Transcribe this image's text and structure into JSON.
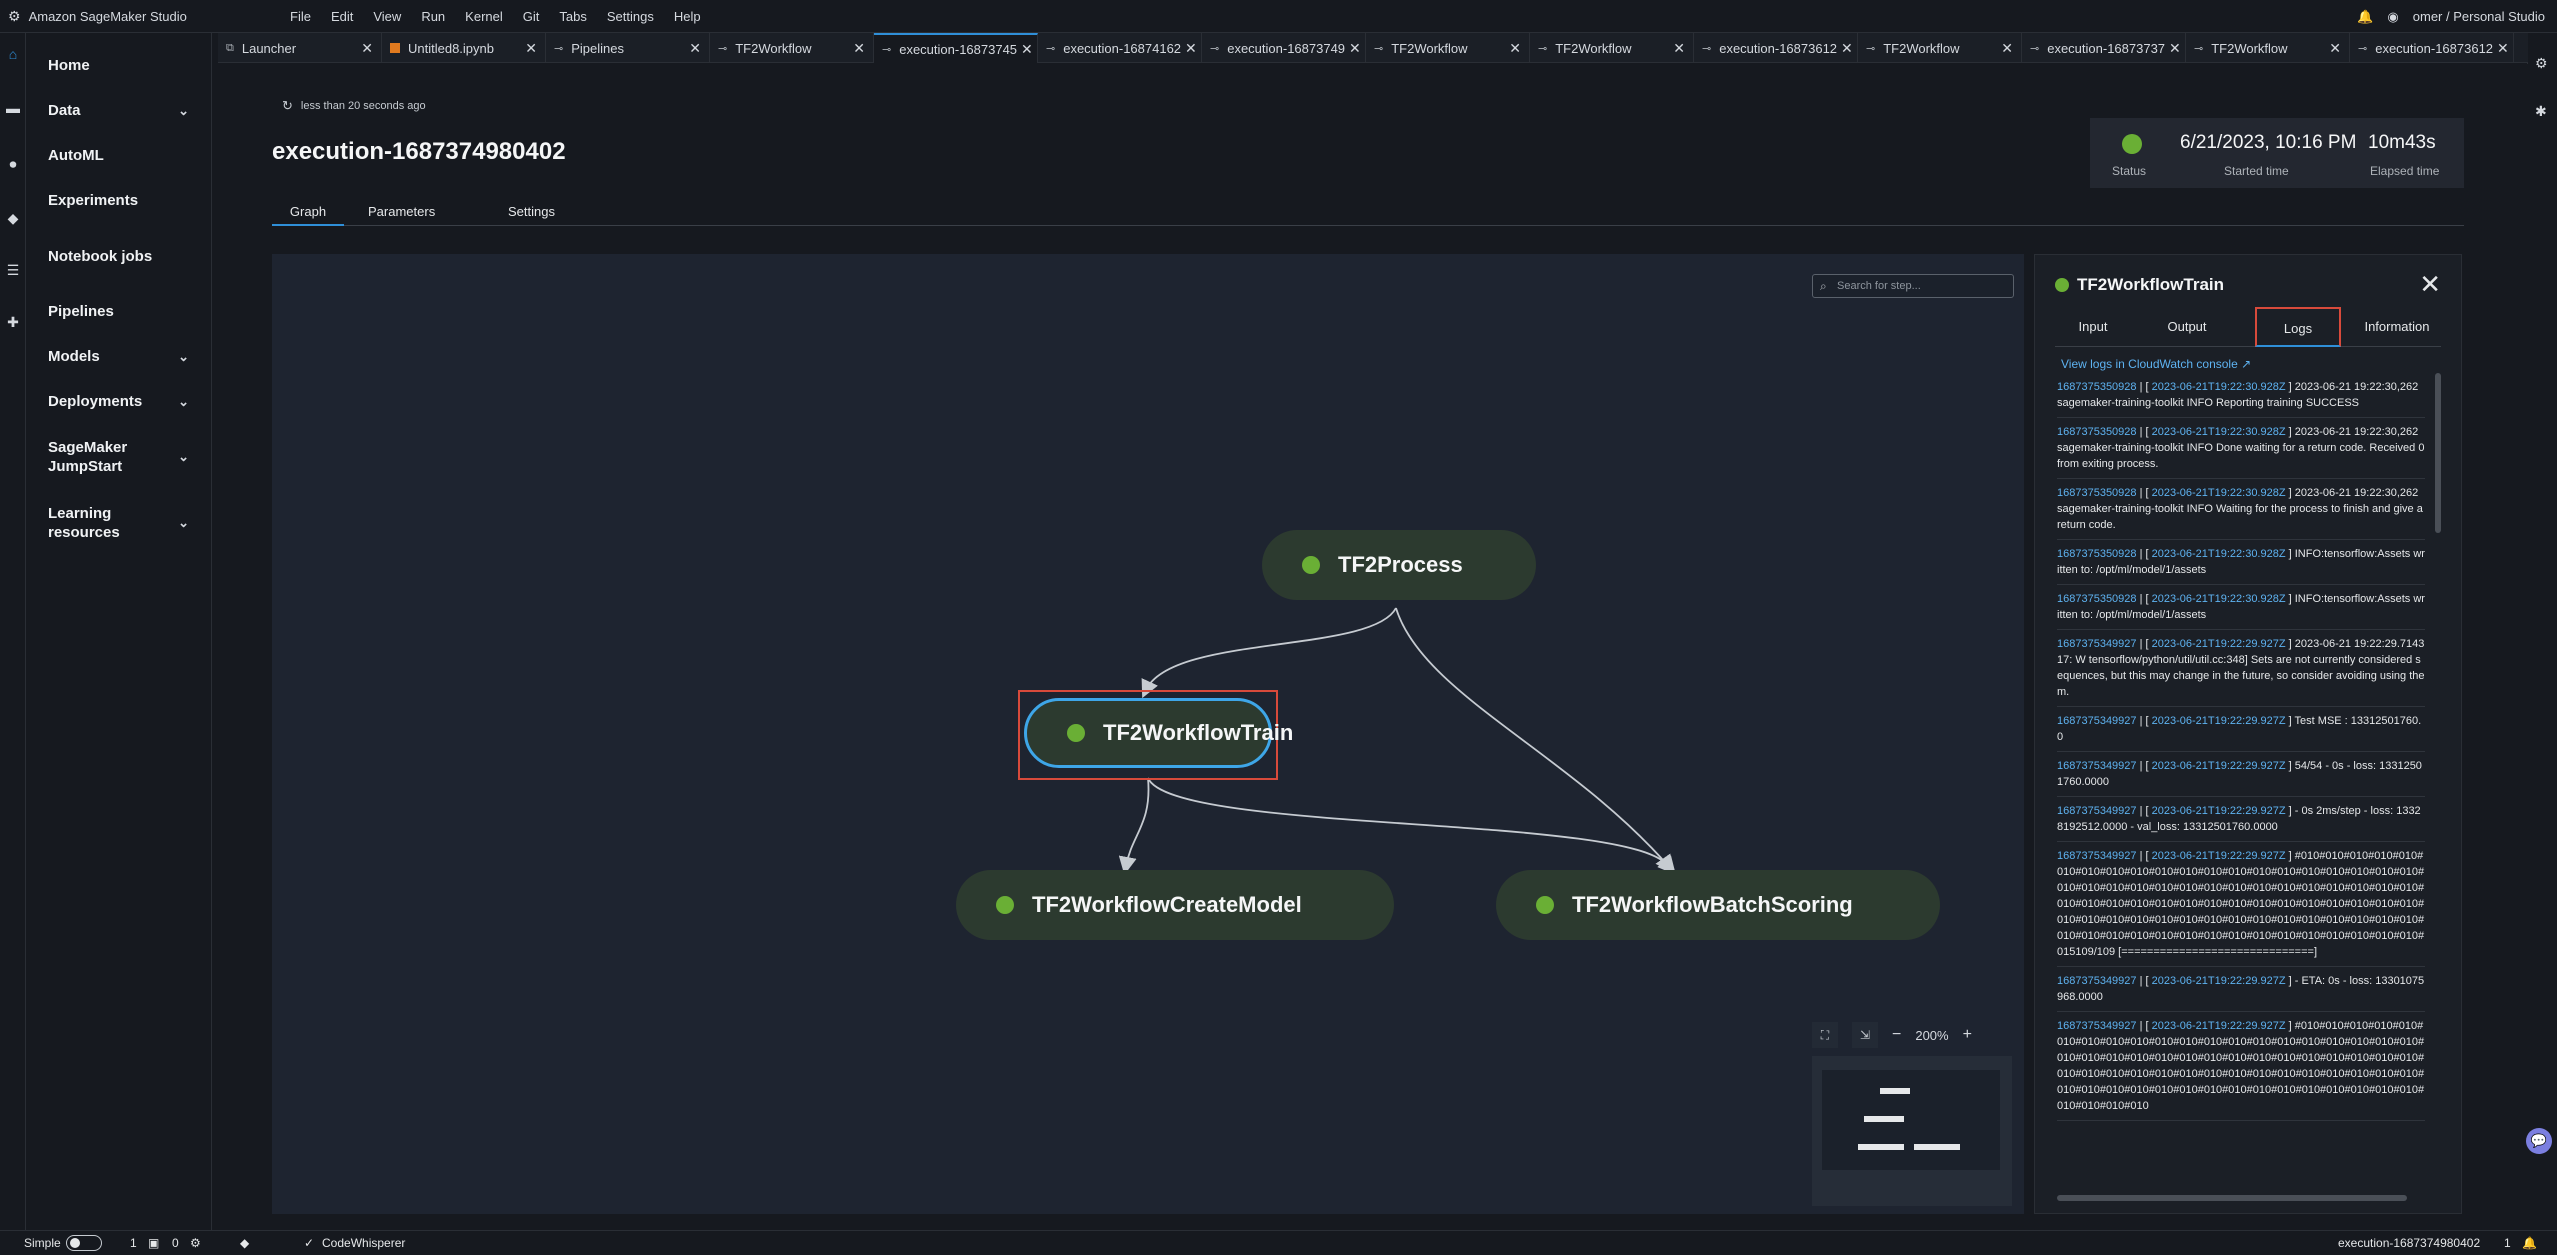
{
  "app": {
    "title": "Amazon SageMaker Studio"
  },
  "menu": [
    "File",
    "Edit",
    "View",
    "Run",
    "Kernel",
    "Git",
    "Tabs",
    "Settings",
    "Help"
  ],
  "user": {
    "label": "omer / Personal Studio"
  },
  "nav": {
    "items": [
      {
        "label": "Home",
        "chevron": false
      },
      {
        "label": "Data",
        "chevron": true
      },
      {
        "label": "AutoML",
        "chevron": false
      },
      {
        "label": "Experiments",
        "chevron": false
      },
      {
        "label": "Notebook jobs",
        "chevron": false
      },
      {
        "label": "Pipelines",
        "chevron": false
      },
      {
        "label": "Models",
        "chevron": true
      },
      {
        "label": "Deployments",
        "chevron": true
      },
      {
        "label": "SageMaker JumpStart",
        "chevron": true
      },
      {
        "label": "Learning resources",
        "chevron": true
      }
    ]
  },
  "tabs": [
    {
      "label": "Launcher",
      "icon": "launcher-icon"
    },
    {
      "label": "Untitled8.ipynb",
      "icon": "notebook-icon"
    },
    {
      "label": "Pipelines",
      "icon": "pipeline-icon"
    },
    {
      "label": "TF2Workflow",
      "icon": "pipeline-icon"
    },
    {
      "label": "execution-16873745",
      "icon": "pipeline-icon",
      "active": true
    },
    {
      "label": "execution-16874162",
      "icon": "pipeline-icon"
    },
    {
      "label": "execution-16873749",
      "icon": "pipeline-icon"
    },
    {
      "label": "TF2Workflow",
      "icon": "pipeline-icon"
    },
    {
      "label": "TF2Workflow",
      "icon": "pipeline-icon"
    },
    {
      "label": "execution-16873612",
      "icon": "pipeline-icon"
    },
    {
      "label": "TF2Workflow",
      "icon": "pipeline-icon"
    },
    {
      "label": "execution-16873737",
      "icon": "pipeline-icon"
    },
    {
      "label": "TF2Workflow",
      "icon": "pipeline-icon"
    },
    {
      "label": "execution-16873612",
      "icon": "pipeline-icon"
    }
  ],
  "page": {
    "refresh_text": "less than 20 seconds ago",
    "title": "execution-1687374980402",
    "status": {
      "started": "6/21/2023, 10:16 PM",
      "elapsed": "10m43s",
      "status_label": "Status",
      "started_label": "Started time",
      "elapsed_label": "Elapsed time"
    },
    "tabs": [
      "Graph",
      "Parameters",
      "Settings"
    ]
  },
  "graph": {
    "search_placeholder": "Search for step...",
    "nodes": {
      "process": "TF2Process",
      "train": "TF2WorkflowTrain",
      "create_model": "TF2WorkflowCreateModel",
      "batch_scoring": "TF2WorkflowBatchScoring"
    },
    "zoom": "200%"
  },
  "panel": {
    "title": "TF2WorkflowTrain",
    "tabs": [
      "Input",
      "Output",
      "Logs",
      "Information"
    ],
    "active_tab": "Logs",
    "cloudwatch_link": "View logs in CloudWatch console",
    "logs": [
      {
        "id": "1687375350928",
        "ts": "2023-06-21T19:22:30.928Z",
        "msg": "2023-06-21 19:22:30,262 sagemaker-training-toolkit INFO Reporting training SUCCESS"
      },
      {
        "id": "1687375350928",
        "ts": "2023-06-21T19:22:30.928Z",
        "msg": "2023-06-21 19:22:30,262 sagemaker-training-toolkit INFO Done waiting for a return code. Received 0 from exiting process."
      },
      {
        "id": "1687375350928",
        "ts": "2023-06-21T19:22:30.928Z",
        "msg": "2023-06-21 19:22:30,262 sagemaker-training-toolkit INFO Waiting for the process to finish and give a return code."
      },
      {
        "id": "1687375350928",
        "ts": "2023-06-21T19:22:30.928Z",
        "msg": "INFO:tensorflow:Assets written to: /opt/ml/model/1/assets"
      },
      {
        "id": "1687375350928",
        "ts": "2023-06-21T19:22:30.928Z",
        "msg": "INFO:tensorflow:Assets written to: /opt/ml/model/1/assets"
      },
      {
        "id": "1687375349927",
        "ts": "2023-06-21T19:22:29.927Z",
        "msg": "2023-06-21 19:22:29.714317: W tensorflow/python/util/util.cc:348] Sets are not currently considered sequences, but this may change in the future, so consider avoiding using them."
      },
      {
        "id": "1687375349927",
        "ts": "2023-06-21T19:22:29.927Z",
        "msg": "Test MSE : 13312501760.0"
      },
      {
        "id": "1687375349927",
        "ts": "2023-06-21T19:22:29.927Z",
        "msg": "54/54 - 0s - loss: 13312501760.0000"
      },
      {
        "id": "1687375349927",
        "ts": "2023-06-21T19:22:29.927Z",
        "msg": "- 0s 2ms/step - loss: 13328192512.0000 - val_loss: 13312501760.0000"
      },
      {
        "id": "1687375349927",
        "ts": "2023-06-21T19:22:29.927Z",
        "msg": "#010#010#010#010#010#010#010#010#010#010#010#010#010#010#010#010#010#010#010#010#010#010#010#010#010#010#010#010#010#010#010#010#010#010#010#010#010#010#010#010#010#010#010#010#010#010#010#010#010#010#010#010#010#010#010#010#010#010#010#010#010#010#010#010#010#010#010#010#010#010#010#010#010#010#010#010#010#010#010#010#015109/109 [==============================]"
      },
      {
        "id": "1687375349927",
        "ts": "2023-06-21T19:22:29.927Z",
        "msg": "- ETA: 0s - loss: 13301075968.0000"
      },
      {
        "id": "1687375349927",
        "ts": "2023-06-21T19:22:29.927Z",
        "msg": "#010#010#010#010#010#010#010#010#010#010#010#010#010#010#010#010#010#010#010#010#010#010#010#010#010#010#010#010#010#010#010#010#010#010#010#010#010#010#010#010#010#010#010#010#010#010#010#010#010#010#010#010#010#010#010#010#010#010#010#010#010#010#010#010#010#010#010#010#010"
      }
    ]
  },
  "statusbar": {
    "mode": "Simple",
    "count1": "1",
    "count2": "0",
    "codewhisperer": "CodeWhisperer",
    "right_label": "execution-1687374980402",
    "right_count": "1"
  },
  "colors": {
    "success": "#6aaf35",
    "accent": "#2f8fd8",
    "highlight": "#d84a3b",
    "link": "#5eb2f0"
  }
}
